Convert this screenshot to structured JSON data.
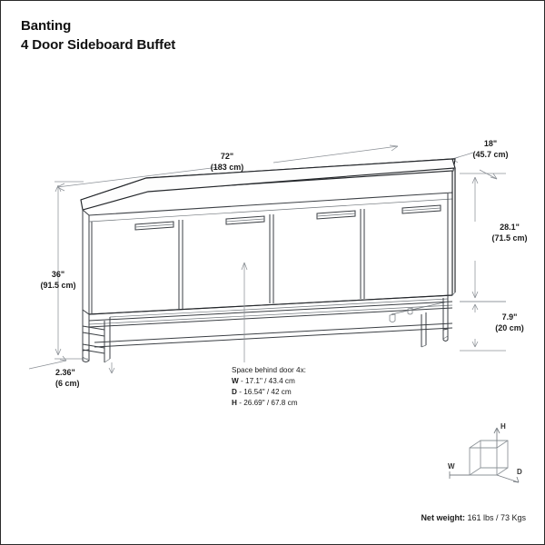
{
  "document": {
    "title_line_1": "Banting",
    "title_line_2": "4 Door Sideboard Buffet"
  },
  "dimensions": {
    "width": {
      "imperial": "72\"",
      "metric": "(183 cm)"
    },
    "depth": {
      "imperial": "18\"",
      "metric": "(45.7 cm)"
    },
    "total_height": {
      "imperial": "36\"",
      "metric": "(91.5 cm)"
    },
    "cabinet_height": {
      "imperial": "28.1\"",
      "metric": "(71.5 cm)"
    },
    "base_height": {
      "imperial": "7.9\"",
      "metric": "(20 cm)"
    },
    "leg_height": {
      "imperial": "2.36\"",
      "metric": "(6 cm)"
    }
  },
  "interior_note": {
    "heading": "Space behind door 4x:",
    "rows": [
      {
        "axis": "W",
        "value": "- 17.1\" / 43.4 cm"
      },
      {
        "axis": "D",
        "value": "- 16.54\" / 42 cm"
      },
      {
        "axis": "H",
        "value": "- 26.69\" / 67.8 cm"
      }
    ]
  },
  "cube_legend": {
    "height_label": "H",
    "width_label": "W",
    "depth_label": "D",
    "icon": "cube-wireframe-icon"
  },
  "net_weight": {
    "label": "Net weight:",
    "value": "161 lbs / 73 Kgs"
  },
  "colors": {
    "line": "#3b3f44",
    "line_dark": "#23262a",
    "dimension_line": "#8b9096",
    "text": "#1a1a1a",
    "border": "#2b2b2b",
    "background": "#ffffff"
  }
}
